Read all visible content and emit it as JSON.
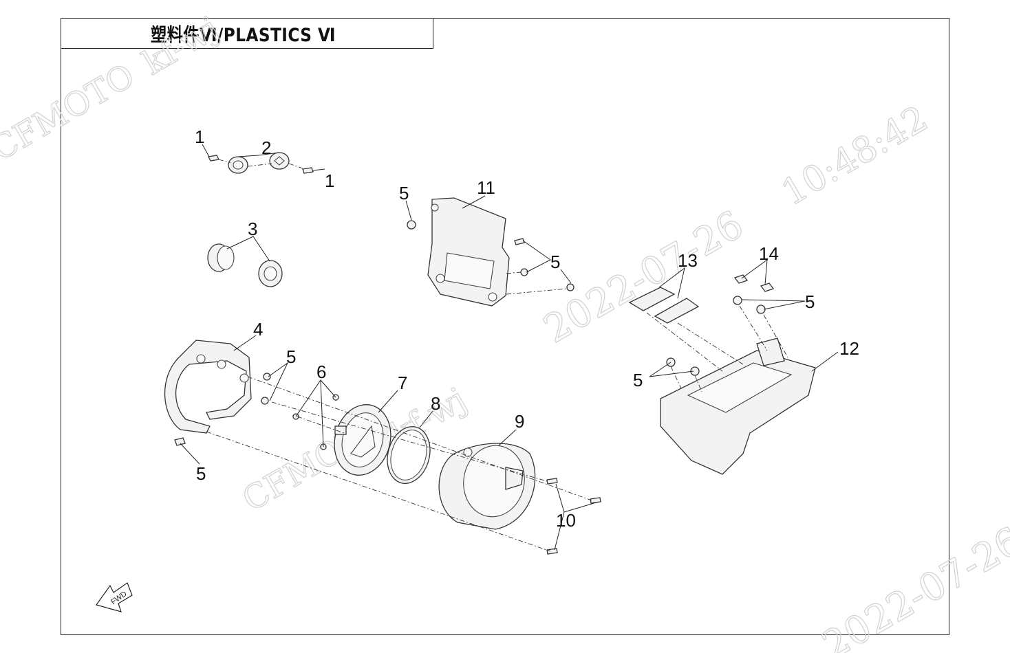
{
  "title": {
    "text": "塑料件Ⅵ/PLASTICS Ⅵ"
  },
  "watermarks": {
    "brand_1": "CFMOTO",
    "brand_2": "CFMOTO",
    "user_1": "kf-wj",
    "user_2": "kf-wj",
    "date_1": "2022-07-26",
    "date_2": "2022-07-26",
    "time": "10:48:42"
  },
  "callouts": {
    "c1a": "1",
    "c1b": "1",
    "c2": "2",
    "c3": "3",
    "c4": "4",
    "c5a": "5",
    "c5b": "5",
    "c5c": "5",
    "c5d": "5",
    "c5e": "5",
    "c5f": "5",
    "c6": "6",
    "c7": "7",
    "c8": "8",
    "c9": "9",
    "c10": "10",
    "c11": "11",
    "c12": "12",
    "c13": "13",
    "c14": "14"
  },
  "fwd_label": "FWD",
  "colors": {
    "line": "#222222",
    "watermark": "#d4d4d4",
    "background": "#ffffff"
  }
}
